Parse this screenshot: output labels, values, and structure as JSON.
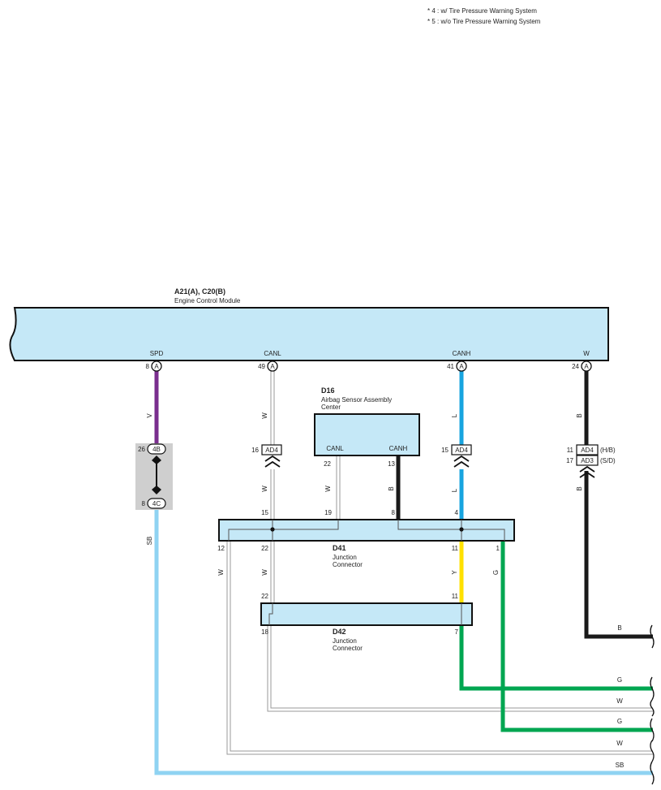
{
  "notes": [
    "* 4 : w/ Tire Pressure Warning System",
    "* 5 : w/o Tire Pressure Warning System"
  ],
  "ecm": {
    "code": "A21(A), C20(B)",
    "name": "Engine Control Module"
  },
  "ecm_pins": {
    "spd": {
      "label": "SPD",
      "pin": "8",
      "conn": "A"
    },
    "canl": {
      "label": "CANL",
      "pin": "49",
      "conn": "A"
    },
    "canh": {
      "label": "CANH",
      "pin": "41",
      "conn": "A"
    },
    "w": {
      "label": "W",
      "pin": "24",
      "conn": "A"
    }
  },
  "d16": {
    "code": "D16",
    "name_line1": "Airbag Sensor Assembly",
    "name_line2": "Center",
    "pin_canl": "CANL",
    "pin_canh": "CANH",
    "num_canl": "22",
    "num_canh": "13"
  },
  "d41": {
    "code": "D41",
    "name_line1": "Junction",
    "name_line2": "Connector",
    "top_pins": [
      "15",
      "19",
      "8",
      "4"
    ],
    "bottom_pins": [
      "12",
      "22",
      "11",
      "1"
    ]
  },
  "d42": {
    "code": "D42",
    "name_line1": "Junction",
    "name_line2": "Connector",
    "top_pins": [
      "22",
      "11"
    ],
    "bottom_pins": [
      "18",
      "7"
    ]
  },
  "inline": {
    "spd_top": {
      "pin": "26",
      "conn": "4B"
    },
    "spd_bottom": {
      "pin": "8",
      "conn": "4C"
    },
    "canl": {
      "pin": "16",
      "conn": "AD4"
    },
    "canh": {
      "pin": "15",
      "conn": "AD4"
    },
    "w_hb": {
      "pin": "11",
      "conn": "AD4",
      "note": "(H/B)"
    },
    "w_sd": {
      "pin": "17",
      "conn": "AD3",
      "note": "(S/D)"
    }
  },
  "wire_colors": {
    "spd_upper": "V",
    "spd_lower": "SB",
    "canl_upper": "W",
    "canl_lower": "W",
    "d16_canl": "W",
    "d16_canh": "B",
    "canh_upper": "L",
    "canh_lower": "L",
    "w_upper": "B",
    "w_lower": "B",
    "d41_12": "W",
    "d41_22": "W",
    "d41_11": "Y",
    "d41_1": "G"
  },
  "outputs": [
    "B",
    "G",
    "W",
    "G",
    "W",
    "SB"
  ],
  "colors": {
    "connector_fill": "#c5e8f7",
    "wire_violet": "#7a2e8e",
    "wire_sky": "#8fd3f2",
    "wire_blue": "#18a4df",
    "wire_black": "#1a1a1a",
    "wire_green": "#00a651",
    "wire_yellow": "#ffe000",
    "wire_white": "#9a9a9a",
    "relay_box": "#cfcfcf"
  }
}
